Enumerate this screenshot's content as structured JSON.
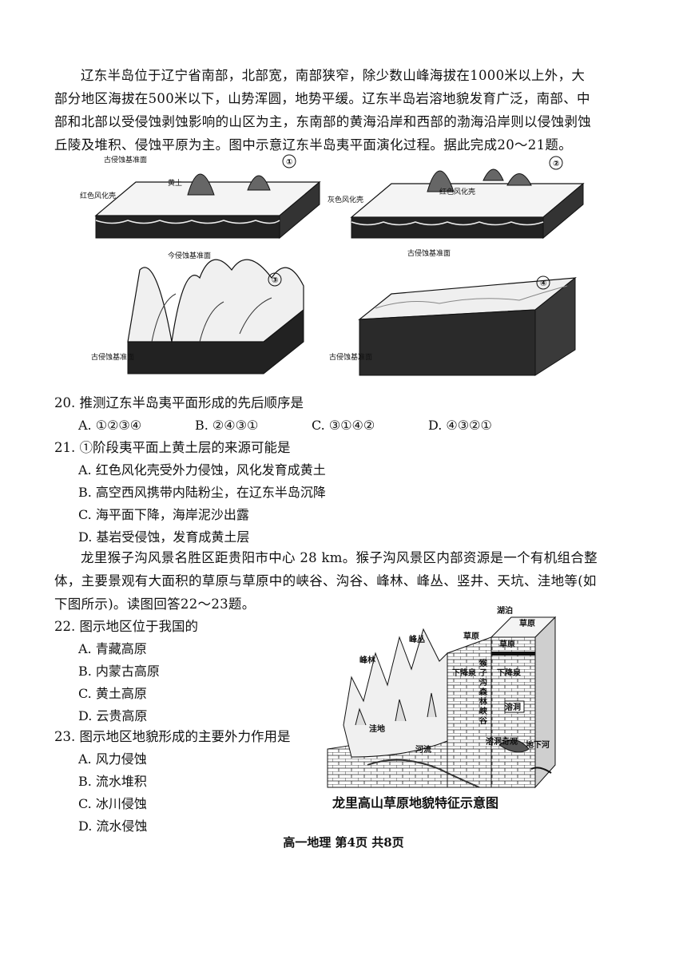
{
  "passage1": "辽东半岛位于辽宁省南部，北部宽，南部狭窄，除少数山峰海拔在1000米以上外，大部分地区海拔在500米以下，山势浑圆，地势平缓。辽东半岛岩溶地貌发育广泛，南部、中部和北部以受侵蚀剥蚀影响的山区为主，东南部的黄海沿岸和西部的渤海沿岸则以侵蚀剥蚀丘陵及堆积、侵蚀平原为主。图中示意辽东半岛夷平面演化过程。据此完成20～21题。",
  "figure1": {
    "panels": [
      {
        "num": "①",
        "labels": [
          "古侵蚀基准面",
          "黄土",
          "红色风化壳",
          "今侵蚀基准面"
        ]
      },
      {
        "num": "②",
        "labels": [
          "红色风化壳",
          "灰色风化壳",
          "古侵蚀基准面"
        ]
      },
      {
        "num": "③",
        "labels": [
          "古侵蚀基准面"
        ]
      },
      {
        "num": "④",
        "labels": [
          "古侵蚀基准面"
        ]
      }
    ]
  },
  "q20": {
    "stem": "20. 推测辽东半岛夷平面形成的先后顺序是",
    "options": [
      "A. ①②③④",
      "B. ②④③①",
      "C. ③①④②",
      "D. ④③②①"
    ]
  },
  "q21": {
    "stem": "21. ①阶段夷平面上黄土层的来源可能是",
    "options": [
      "A. 红色风化壳受外力侵蚀，风化发育成黄土",
      "B. 高空西风携带内陆粉尘，在辽东半岛沉降",
      "C. 海平面下降，海岸泥沙出露",
      "D. 基岩受侵蚀，发育成黄土层"
    ]
  },
  "passage2": "龙里猴子沟风景名胜区距贵阳市中心 28 km。猴子沟风景区内部资源是一个有机组合整体，主要景观有大面积的草原与草原中的峡谷、沟谷、峰林、峰丛、竖井、天坑、洼地等(如下图所示)。读图回答22～23题。",
  "q22": {
    "stem": "22. 图示地区位于我国的",
    "options": [
      "A. 青藏高原",
      "B. 内蒙古高原",
      "C. 黄土高原",
      "D. 云贵高原"
    ]
  },
  "q23": {
    "stem": "23. 图示地区地貌形成的主要外力作用是",
    "options": [
      "A. 风力侵蚀",
      "B. 流水堆积",
      "C. 冰川侵蚀",
      "D. 流水侵蚀"
    ]
  },
  "figure2": {
    "caption": "龙里高山草原地貌特征示意图",
    "labels": [
      "湖泊",
      "草原",
      "草原",
      "草原",
      "峰丛",
      "峰林",
      "猴子沟森林峡谷",
      "下降泉",
      "下降泉",
      "溶洞",
      "洼地",
      "河流",
      "溶洞奇观",
      "地下河"
    ]
  },
  "footer": "高一地理 第4页 共8页"
}
